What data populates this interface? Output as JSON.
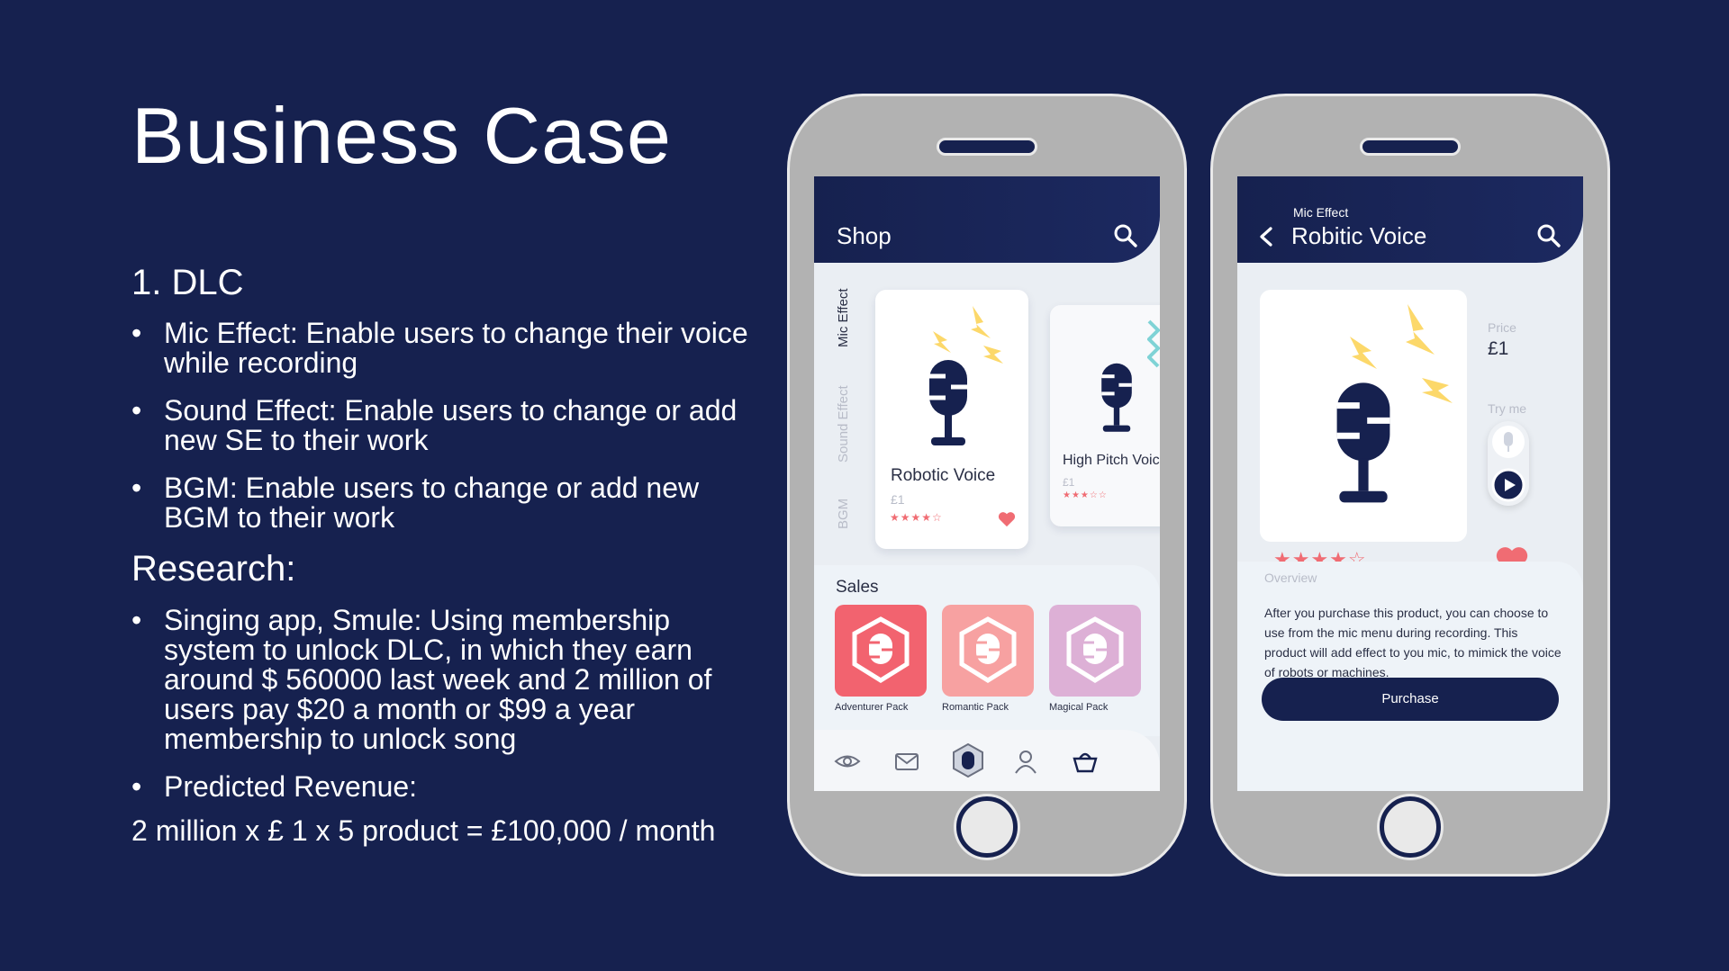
{
  "slide": {
    "title": "Business Case",
    "section1": {
      "heading": "1. DLC",
      "bullets": [
        "Mic Effect: Enable users to change their voice while recording",
        "Sound Effect: Enable users to change or add new SE to their work",
        "BGM: Enable users to change or add new BGM to their work"
      ]
    },
    "section2": {
      "heading": "Research:",
      "bullets": [
        "Singing app, Smule: Using membership system to unlock DLC, in which they earn around $ 560000 last week and 2 million of users pay $20 a month or $99 a year membership to unlock song",
        "Predicted Revenue:"
      ],
      "formula": "2 million x £ 1 x 5 product = £100,000 / month"
    }
  },
  "shop_screen": {
    "title": "Shop",
    "tabs": [
      "Mic Effect",
      "Sound Effect",
      "BGM"
    ],
    "cards": [
      {
        "name": "Robotic Voice",
        "price": "£1",
        "stars": "★★★★☆",
        "rating": 4
      },
      {
        "name": "High Pitch Voice",
        "price": "£1",
        "stars": "★★★☆☆",
        "rating": 3
      }
    ],
    "sales_title": "Sales",
    "packs": [
      {
        "label": "Adventurer Pack",
        "color": "#f2636f"
      },
      {
        "label": "Romantic Pack",
        "color": "#f7a1a1"
      },
      {
        "label": "Magical Pack",
        "color": "#ddb0d6"
      }
    ],
    "nav_icons": [
      "eye-icon",
      "mail-icon",
      "home-mic-icon",
      "profile-icon",
      "basket-icon"
    ]
  },
  "detail_screen": {
    "category": "Mic Effect",
    "title": "Robitic Voice",
    "price_label": "Price",
    "price": "£1",
    "try_label": "Try me",
    "stars": "★★★★☆",
    "rating": 4,
    "overview_title": "Overview",
    "overview_text": "After you purchase this product, you can choose to use from the mic menu during recording. This product will add effect to you mic, to mimick the voice of robots or machines.",
    "purchase_label": "Purchase"
  },
  "colors": {
    "background": "#16214f",
    "accent_red": "#f06c73",
    "lightning": "#fcd86a",
    "teal": "#7fd3d6"
  }
}
